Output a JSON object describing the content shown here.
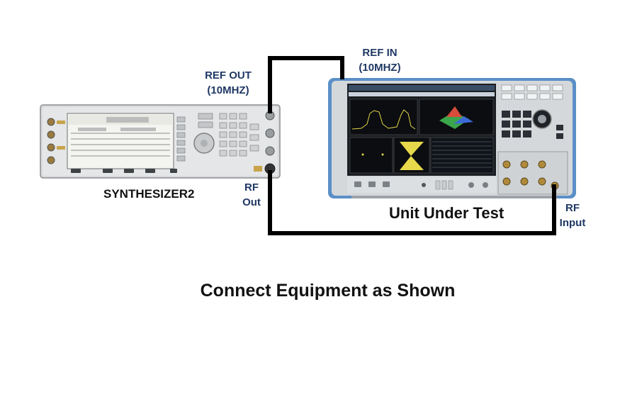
{
  "labels": {
    "ref_out_line1": "REF OUT",
    "ref_out_line2": "(10MHZ)",
    "ref_in_line1": "REF IN",
    "ref_in_line2": "(10MHZ)",
    "rf_out_line1": "RF",
    "rf_out_line2": "Out",
    "rf_input_line1": "RF",
    "rf_input_line2": "Input",
    "synthesizer_name": "SYNTHESIZER2",
    "unit_under_test": "Unit Under Test",
    "instruction": "Connect Equipment as Shown"
  },
  "colors": {
    "label_color": "#1f3864",
    "cable_color": "#000000"
  }
}
